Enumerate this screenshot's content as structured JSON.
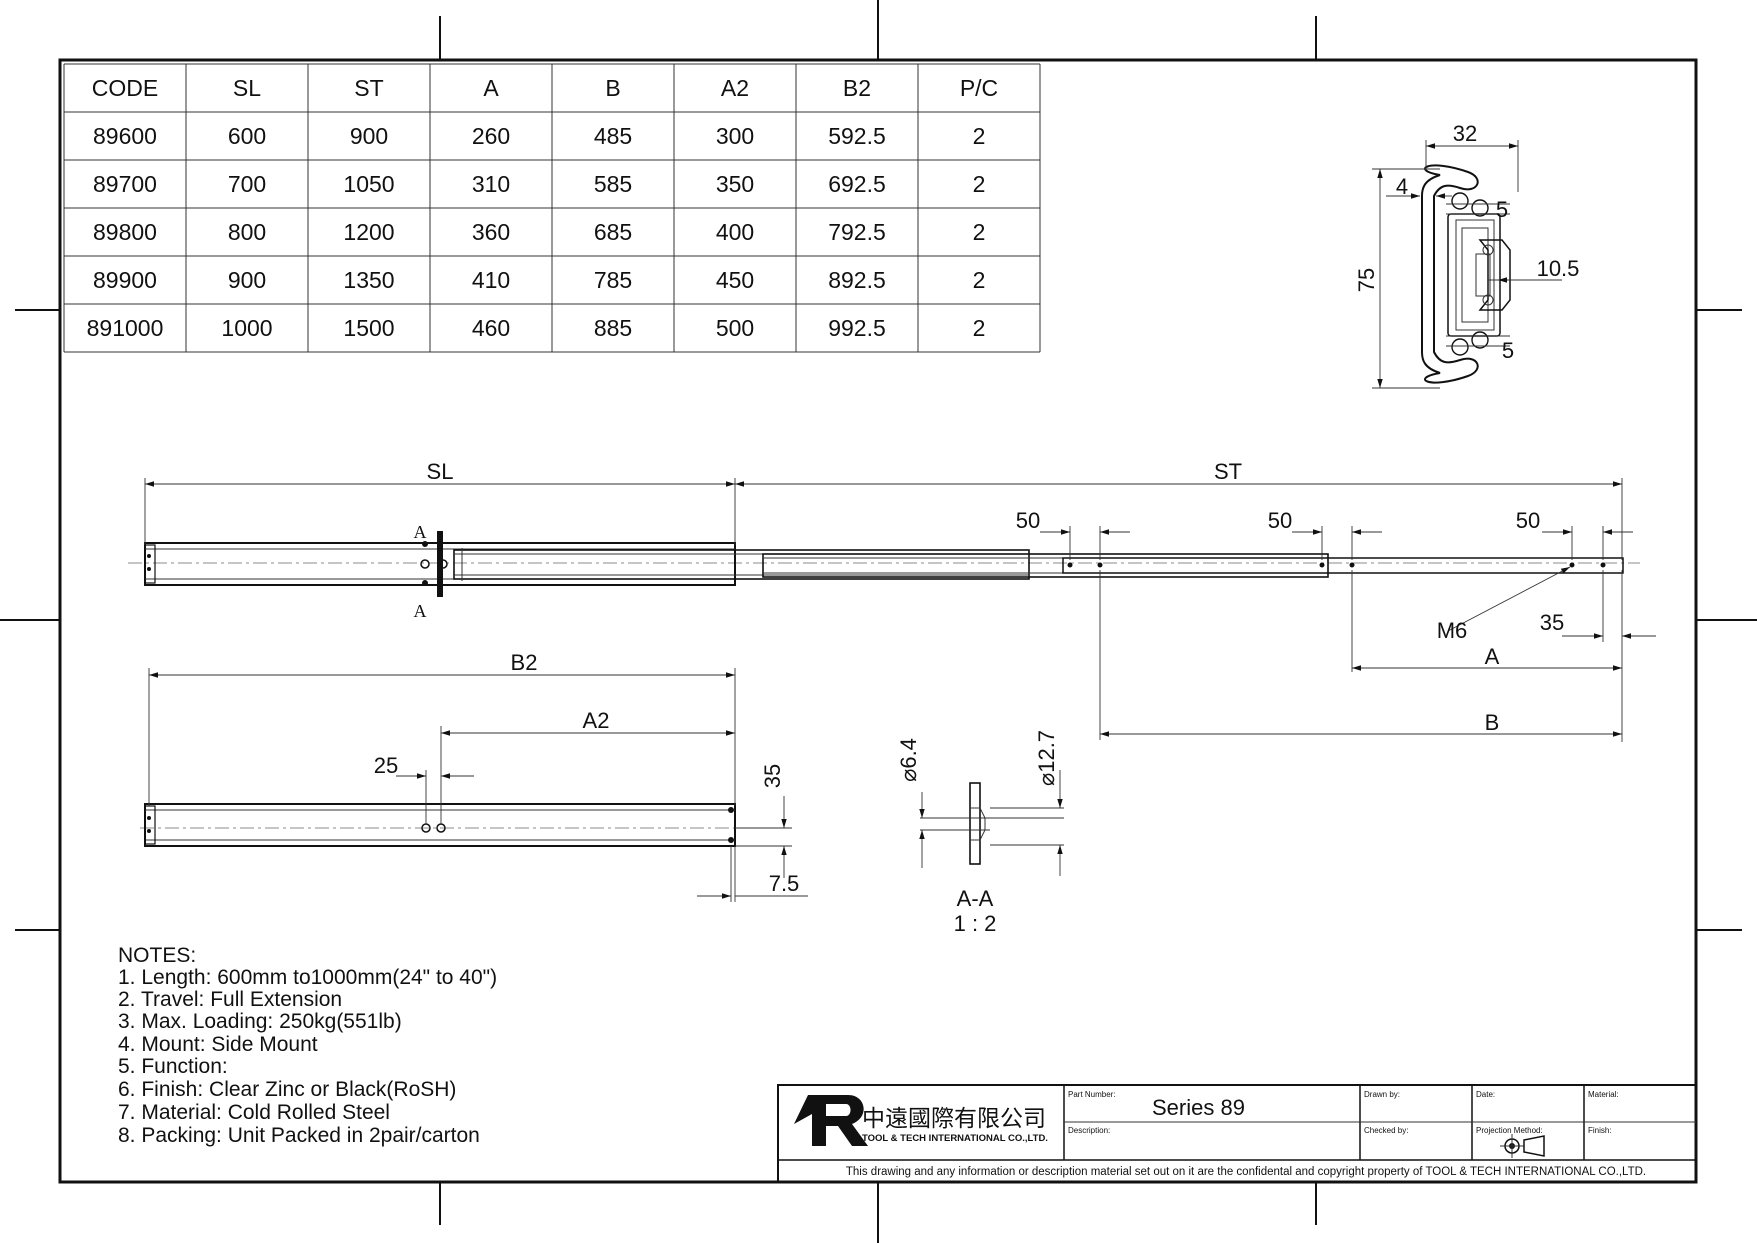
{
  "spec_table": {
    "headers": [
      "CODE",
      "SL",
      "ST",
      "A",
      "B",
      "A2",
      "B2",
      "P/C"
    ],
    "rows": [
      [
        "89600",
        "600",
        "900",
        "260",
        "485",
        "300",
        "592.5",
        "2"
      ],
      [
        "89700",
        "700",
        "1050",
        "310",
        "585",
        "350",
        "692.5",
        "2"
      ],
      [
        "89800",
        "800",
        "1200",
        "360",
        "685",
        "400",
        "792.5",
        "2"
      ],
      [
        "89900",
        "900",
        "1350",
        "410",
        "785",
        "450",
        "892.5",
        "2"
      ],
      [
        "891000",
        "1000",
        "1500",
        "460",
        "885",
        "500",
        "992.5",
        "2"
      ]
    ]
  },
  "profile_dims": {
    "width": "32",
    "wall": "4",
    "height": "75",
    "upper_gap": "5",
    "inner": "10.5",
    "lower_gap": "5"
  },
  "side_view_dims": {
    "sl": "SL",
    "st": "ST",
    "hole_pitch_1": "50",
    "hole_pitch_2": "50",
    "hole_pitch_3": "50",
    "thread": "M6",
    "end_offset": "35",
    "a": "A",
    "b": "B",
    "section_marker_top": "A",
    "section_marker_bottom": "A"
  },
  "rail_view_dims": {
    "b2": "B2",
    "a2": "A2",
    "hole_spacing": "25",
    "vertical_offset": "35",
    "end_offset": "7.5"
  },
  "section_view": {
    "hole_dia": "6.4",
    "counterbore_dia": "12.7",
    "title": "A-A",
    "scale": "1 : 2"
  },
  "notes": {
    "heading": "NOTES:",
    "items": [
      "1. Length: 600mm to1000mm(24\" to 40\")",
      "2. Travel: Full Extension",
      "3. Max. Loading: 250kg(551lb)",
      "4. Mount: Side Mount",
      "5. Function:",
      "6. Finish: Clear Zinc or Black(RoSH)",
      "7. Material: Cold Rolled Steel",
      "8. Packing: Unit Packed in 2pair/carton"
    ]
  },
  "title_block": {
    "company_cn": "中遠國際有限公司",
    "company_en": "TOOL & TECH INTERNATIONAL CO.,LTD.",
    "part_number_label": "Part Number:",
    "part_number_value": "Series 89",
    "description_label": "Description:",
    "drawn_by_label": "Drawn by:",
    "checked_by_label": "Checked by:",
    "date_label": "Date:",
    "projection_label": "Projection Method:",
    "material_label": "Material:",
    "finish_label": "Finish:",
    "copyright": "This drawing and any information or description material set out on it are the confidental and copyright property of TOOL & TECH INTERNATIONAL CO.,LTD."
  }
}
